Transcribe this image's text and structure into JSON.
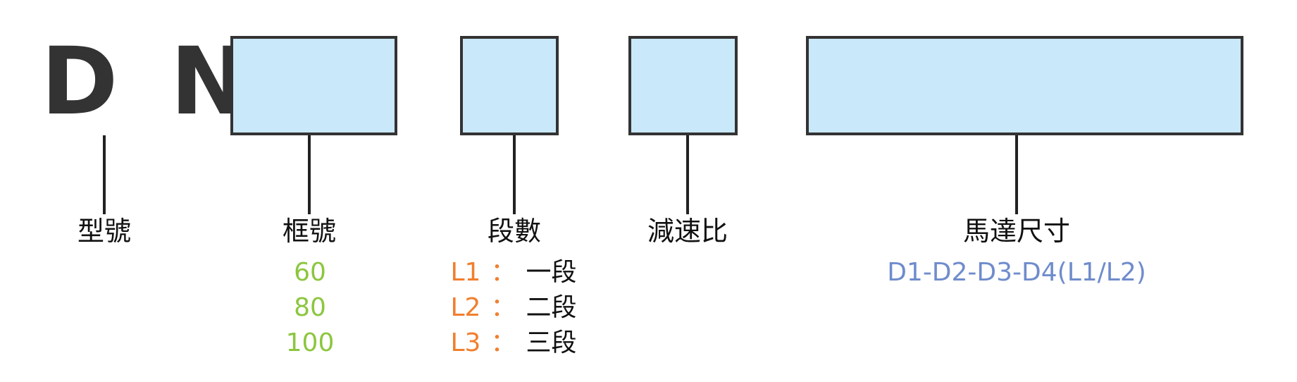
{
  "prefix": "D N",
  "fields": [
    {
      "label": "型號"
    },
    {
      "label": "框號",
      "options": [
        "60",
        "80",
        "100"
      ]
    },
    {
      "label": "段數",
      "options": [
        {
          "code": "L1",
          "sep": "：",
          "desc": "一段"
        },
        {
          "code": "L2",
          "sep": "：",
          "desc": "二段"
        },
        {
          "code": "L3",
          "sep": "：",
          "desc": "三段"
        }
      ]
    },
    {
      "label": "減速比"
    },
    {
      "label": "馬達尺寸",
      "options": [
        "D1-D2-D3-D4(L1/L2)"
      ]
    }
  ],
  "colors": {
    "box_fill": "#c9e8f9",
    "box_border": "#333333",
    "prefix": "#333333",
    "frame_options": "#8cc63f",
    "stage_codes": "#f07f2e",
    "motor_options": "#6f8ccc"
  }
}
